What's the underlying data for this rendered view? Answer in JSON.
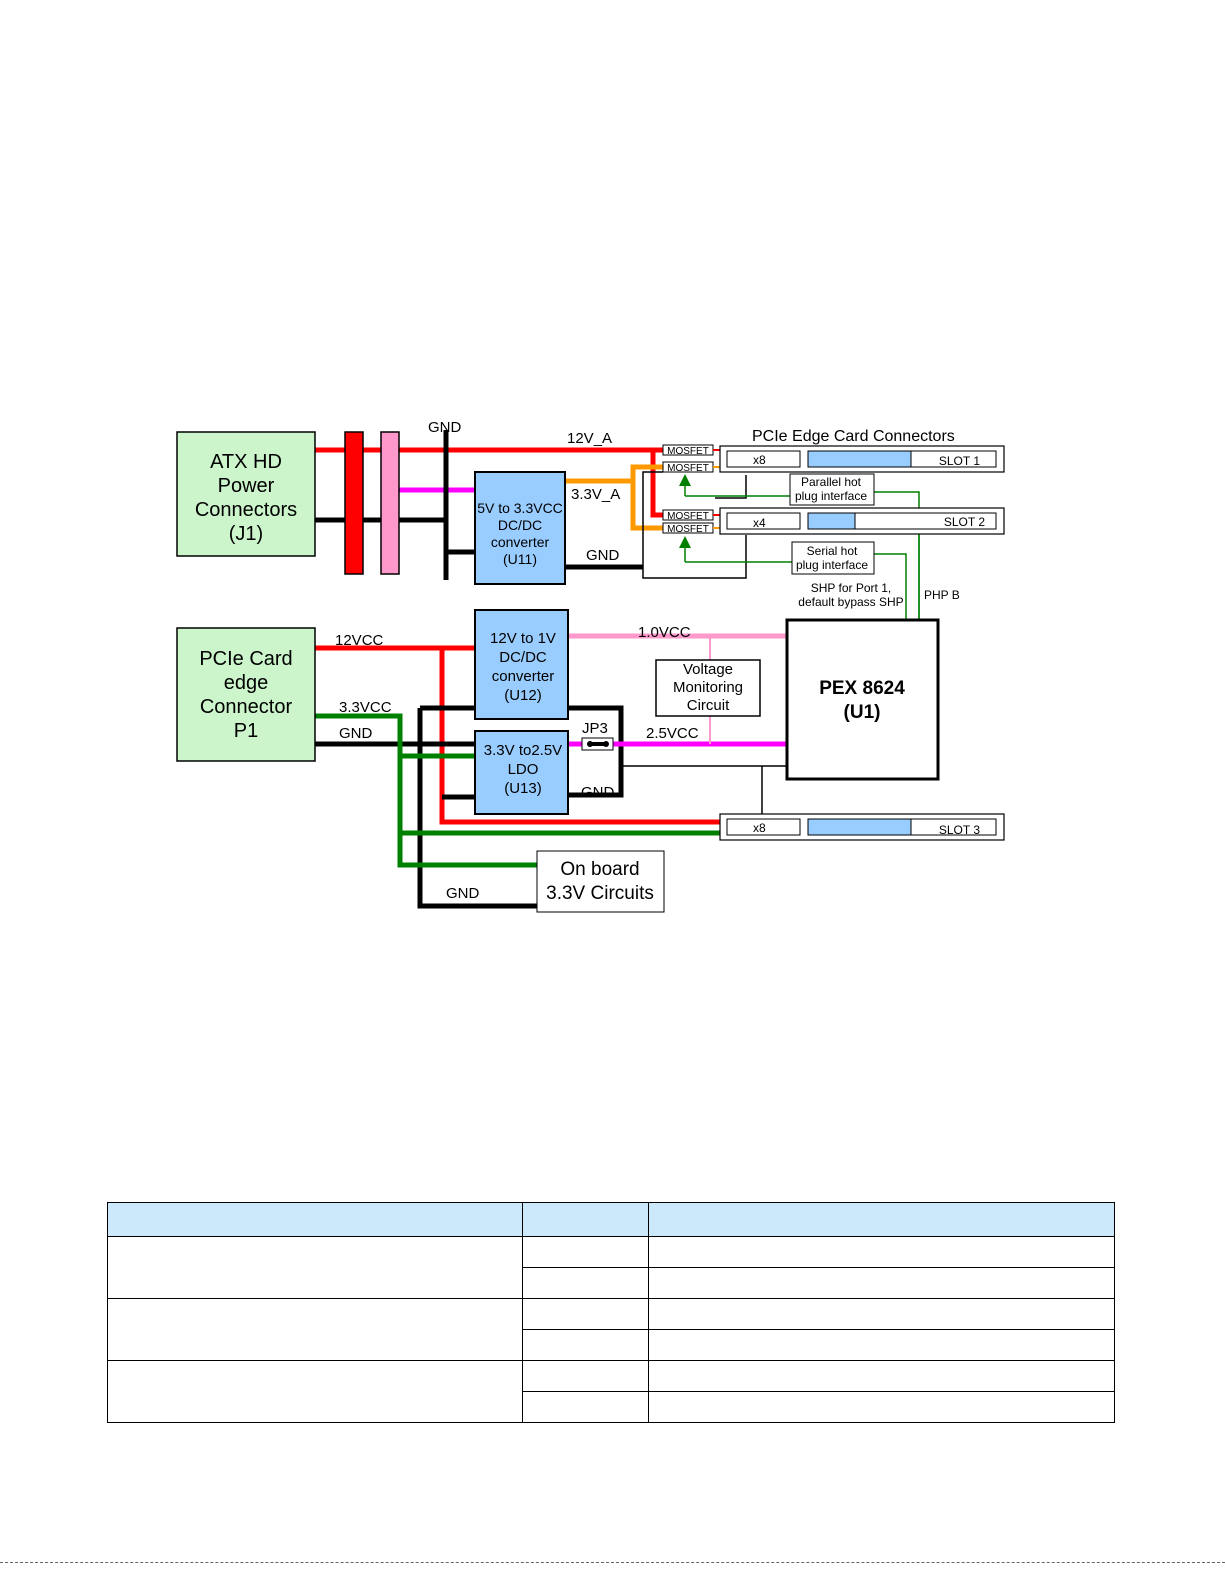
{
  "diagram": {
    "atx": {
      "lines": [
        "ATX HD",
        "Power",
        "Connectors",
        "(J1)"
      ]
    },
    "pcie_card": {
      "lines": [
        "PCIe Card",
        "edge",
        "Connector",
        "P1"
      ]
    },
    "u11": {
      "lines": [
        "5V to 3.3VCC",
        "DC/DC",
        "converter",
        "(U11)"
      ]
    },
    "u12": {
      "lines": [
        "12V to 1V",
        "DC/DC",
        "converter",
        "(U12)"
      ]
    },
    "u13": {
      "lines": [
        "3.3V to2.5V",
        "LDO",
        "(U13)"
      ]
    },
    "pex": {
      "lines": [
        "PEX 8624",
        "(U1)"
      ]
    },
    "voltage_monitor": {
      "lines": [
        "Voltage",
        "Monitoring",
        "Circuit"
      ]
    },
    "onboard": {
      "lines": [
        "On board",
        "3.3V Circuits"
      ]
    },
    "parallel_hp": {
      "lines": [
        "Parallel hot",
        "plug interface"
      ]
    },
    "serial_hp": {
      "lines": [
        "Serial hot",
        "plug interface"
      ]
    },
    "shp_note": {
      "lines": [
        "SHP for Port 1,",
        "default bypass SHP"
      ]
    },
    "header": "PCIe Edge Card Connectors",
    "mosfet": "MOSFET",
    "slots": [
      {
        "width": "x8",
        "name": "SLOT 1",
        "fill": 0.55
      },
      {
        "width": "x4",
        "name": "SLOT 2",
        "fill": 0.25
      },
      {
        "width": "x8",
        "name": "SLOT 3",
        "fill": 0.55
      }
    ],
    "labels": {
      "gnd_top": "GND",
      "v12a": "12V_A",
      "v33a": "3.3V_A",
      "gnd_u11": "GND",
      "v12vcc": "12VCC",
      "v10vcc": "1.0VCC",
      "v33vcc": "3.3VCC",
      "gnd_p1": "GND",
      "jp3": "JP3",
      "v25vcc": "2.5VCC",
      "gnd_u13": "GND",
      "gnd_bottom": "GND",
      "php_b": "PHP B"
    },
    "colors": {
      "v12": "#ff0000",
      "v33a": "#ff9900",
      "v1": "#ff99cc",
      "v25": "#ff00ff",
      "v33": "#008000",
      "gnd": "#000000",
      "box_fill_green": "#ccf5cc",
      "box_fill_blue": "#99ccff",
      "table_header": "#cce9fb"
    }
  },
  "table": {
    "headers": [
      "",
      "",
      ""
    ],
    "groups": [
      {
        "label": "",
        "rows": [
          [
            "",
            ""
          ],
          [
            "",
            ""
          ]
        ]
      },
      {
        "label": "",
        "rows": [
          [
            "",
            ""
          ],
          [
            "",
            ""
          ]
        ]
      },
      {
        "label": "",
        "rows": [
          [
            "",
            ""
          ],
          [
            "",
            ""
          ]
        ]
      }
    ]
  }
}
